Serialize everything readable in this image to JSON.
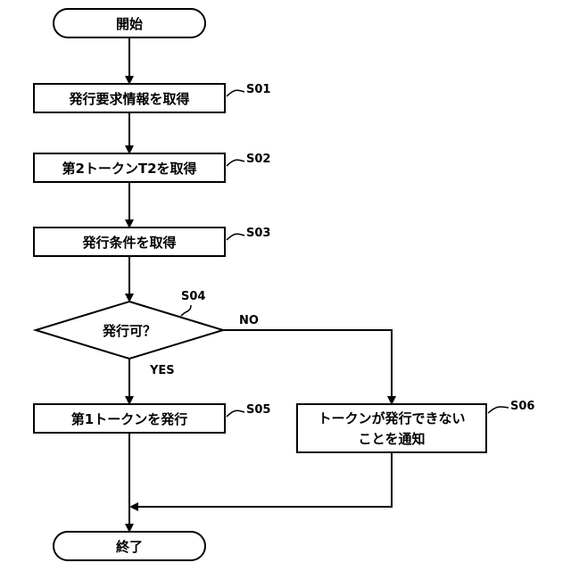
{
  "nodes": {
    "start": "開始",
    "s01": "発行要求情報を取得",
    "s02": "第2トークンT2を取得",
    "s03": "発行条件を取得",
    "s04": "発行可？",
    "s05": "第1トークンを発行",
    "s06_line1": "トークンが発行できない",
    "s06_line2": "ことを通知",
    "end": "終了"
  },
  "step_labels": {
    "s01": "S01",
    "s02": "S02",
    "s03": "S03",
    "s04": "S04",
    "s05": "S05",
    "s06": "S06"
  },
  "branches": {
    "no": "NO",
    "yes": "YES"
  }
}
